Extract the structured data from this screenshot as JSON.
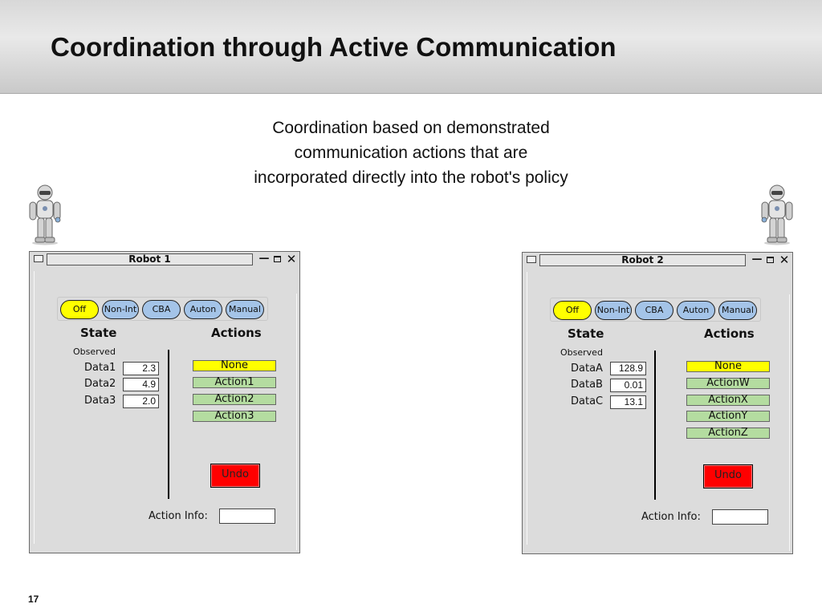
{
  "slide": {
    "title": "Coordination through Active Communication",
    "subtitle_lines": [
      "Coordination based on demonstrated",
      "communication actions that are",
      "incorporated directly into the robot's policy"
    ],
    "page_number": "17"
  },
  "icons": {
    "robot": "humanoid-robot-icon",
    "window_menu": "window-menu-icon",
    "minimize": "minimize-icon",
    "maximize": "maximize-icon",
    "close": "close-icon"
  },
  "colors": {
    "active_mode": "#ffff00",
    "mode_button": "#a4c4e8",
    "action_button": "#b4dca0",
    "selected_action": "#ffff00",
    "undo_button": "#ff0000"
  },
  "windows": [
    {
      "title": "Robot  1",
      "minimize_glyph": "—",
      "close_glyph": "✕",
      "modes": [
        {
          "label": "Off",
          "active": true
        },
        {
          "label": "Non-Int",
          "active": false
        },
        {
          "label": "CBA",
          "active": false
        },
        {
          "label": "Auton",
          "active": false
        },
        {
          "label": "Manual",
          "active": false
        }
      ],
      "state_heading": "State",
      "actions_heading": "Actions",
      "observed_label": "Observed",
      "data": [
        {
          "label": "Data1",
          "value": "2.3"
        },
        {
          "label": "Data2",
          "value": "4.9"
        },
        {
          "label": "Data3",
          "value": "2.0"
        }
      ],
      "actions": [
        {
          "label": "None",
          "selected": true
        },
        {
          "label": "Action1",
          "selected": false
        },
        {
          "label": "Action2",
          "selected": false
        },
        {
          "label": "Action3",
          "selected": false
        }
      ],
      "undo_label": "Undo",
      "action_info_label": "Action Info:",
      "action_info_value": ""
    },
    {
      "title": "Robot  2",
      "minimize_glyph": "—",
      "close_glyph": "✕",
      "modes": [
        {
          "label": "Off",
          "active": true
        },
        {
          "label": "Non-Int",
          "active": false
        },
        {
          "label": "CBA",
          "active": false
        },
        {
          "label": "Auton",
          "active": false
        },
        {
          "label": "Manual",
          "active": false
        }
      ],
      "state_heading": "State",
      "actions_heading": "Actions",
      "observed_label": "Observed",
      "data": [
        {
          "label": "DataA",
          "value": "128.9"
        },
        {
          "label": "DataB",
          "value": "0.01"
        },
        {
          "label": "DataC",
          "value": "13.1"
        }
      ],
      "actions": [
        {
          "label": "None",
          "selected": true
        },
        {
          "label": "ActionW",
          "selected": false
        },
        {
          "label": "ActionX",
          "selected": false
        },
        {
          "label": "ActionY",
          "selected": false
        },
        {
          "label": "ActionZ",
          "selected": false
        }
      ],
      "undo_label": "Undo",
      "action_info_label": "Action Info:",
      "action_info_value": ""
    }
  ]
}
